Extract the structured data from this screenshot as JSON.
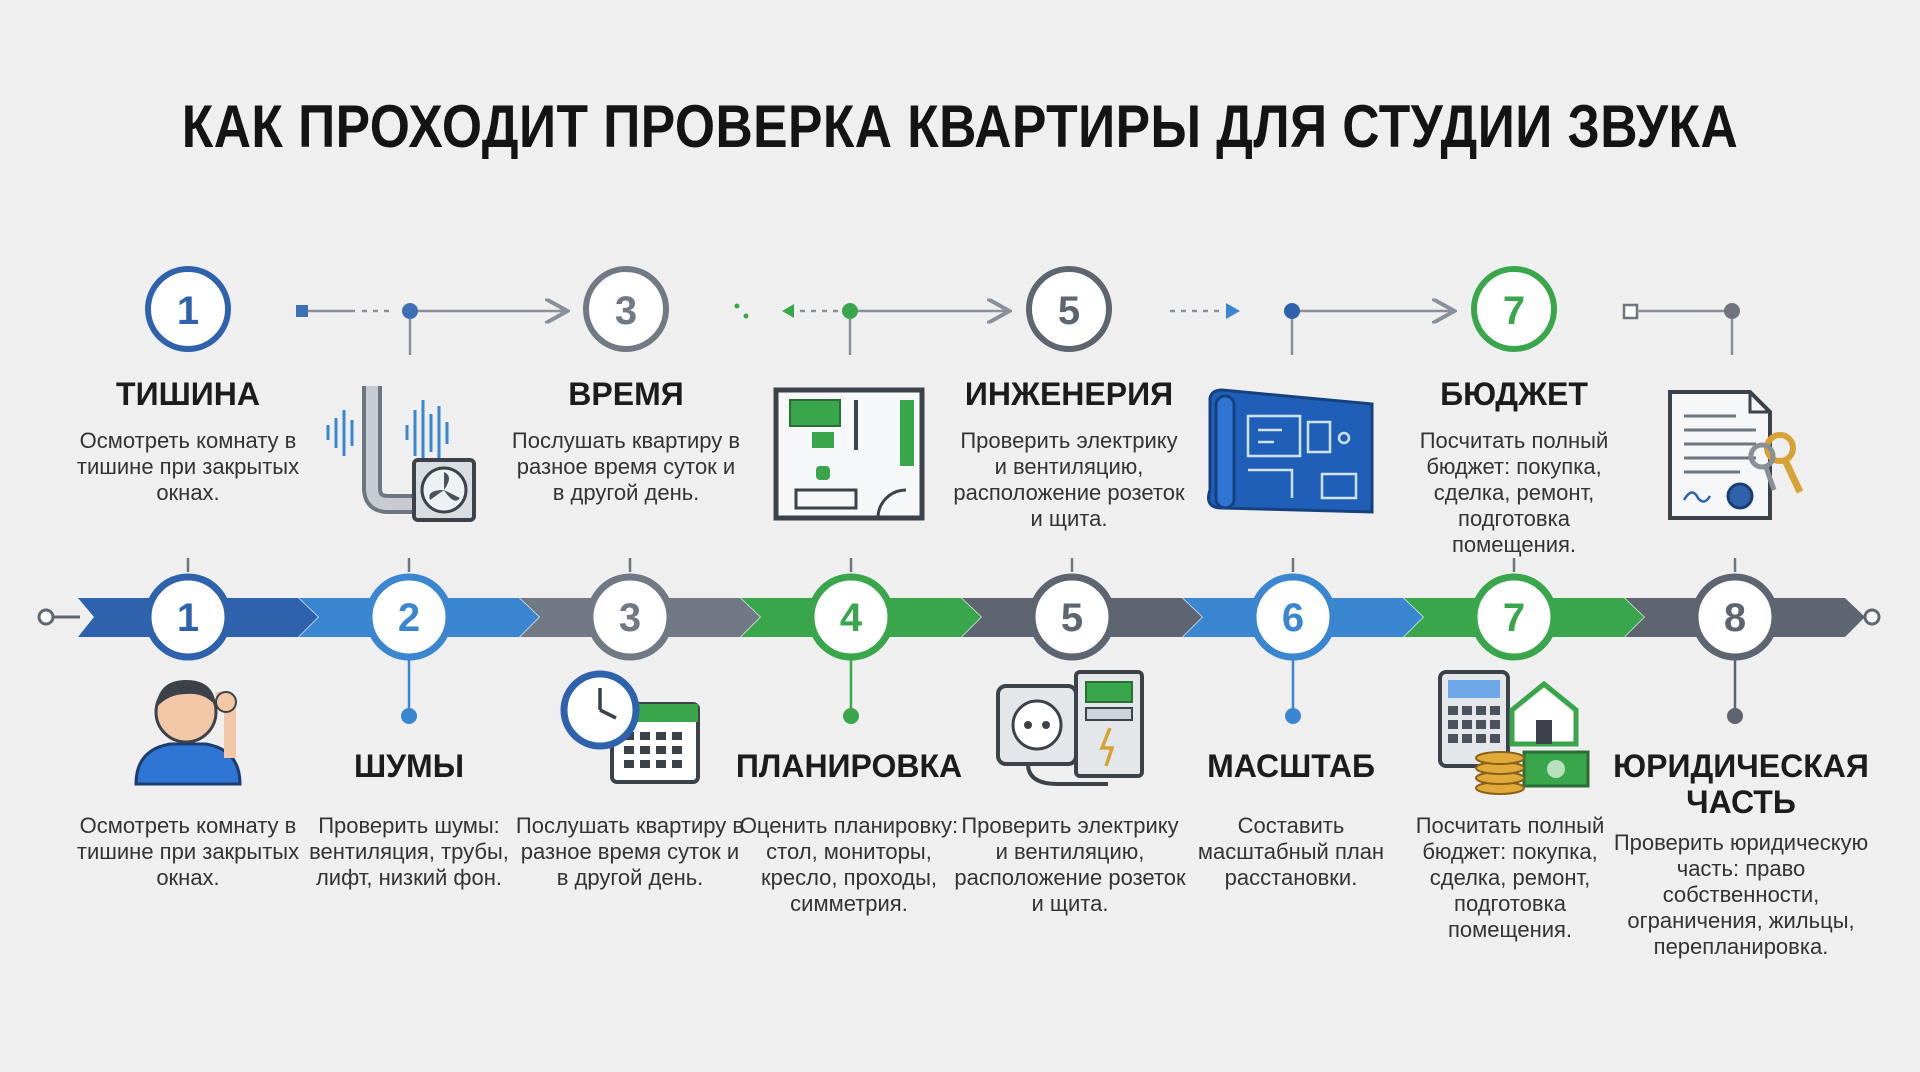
{
  "title": "КАК ПРОХОДИТ ПРОВЕРКА КВАРТИРЫ ДЛЯ СТУДИИ ЗВУКА",
  "colors": {
    "blue": "#2f62ad",
    "lightblue": "#3a86d1",
    "gray": "#717a84",
    "green": "#3aa64b"
  },
  "top_steps": [
    {
      "num": "1",
      "label": "ТИШИНА",
      "desc": "Осмотреть комнату в тишине при закрытых окнах.",
      "color": "#2f62ad"
    },
    {
      "num": "3",
      "label": "ВРЕМЯ",
      "desc": "Послушать квартиру в разное время суток и в другой день.",
      "color": "#717a84"
    },
    {
      "num": "5",
      "label": "ИНЖЕНЕРИЯ",
      "desc": "Проверить электрику и вентиляцию, расположение розеток и щита.",
      "color": "#5c6570"
    },
    {
      "num": "7",
      "label": "БЮДЖЕТ",
      "desc": "Посчитать полный бюджет: покупка, сделка, ремонт, подготовка помещения.",
      "color": "#3aa64b"
    }
  ],
  "top_icons": [
    "fan-pipe-icon",
    "floor-plan-icon",
    "blueprint-icon",
    "document-keys-icon"
  ],
  "timeline": [
    {
      "num": "1",
      "color": "#2f62ad"
    },
    {
      "num": "2",
      "color": "#3a86d1"
    },
    {
      "num": "3",
      "color": "#717a84"
    },
    {
      "num": "4",
      "color": "#3aa64b"
    },
    {
      "num": "5",
      "color": "#5c6570"
    },
    {
      "num": "6",
      "color": "#3a86d1"
    },
    {
      "num": "7",
      "color": "#3aa64b"
    },
    {
      "num": "8",
      "color": "#5c6570"
    }
  ],
  "bottom_steps": [
    {
      "label": "",
      "desc": "Осмотреть комнату в тишине при закрытых окнах.",
      "icon": "person-listening-icon"
    },
    {
      "label": "ШУМЫ",
      "desc": "Проверить шумы: вентиляция, трубы, лифт, низкий фон."
    },
    {
      "label": "",
      "desc": "Послушать квартиру в разное время суток и в другой день.",
      "icon": "clock-calendar-icon"
    },
    {
      "label": "ПЛАНИРОВКА",
      "desc": "Оценить планировку: стол, мониторы, кресло, проходы, симметрия."
    },
    {
      "label": "",
      "desc": "Проверить электрику и вентиляцию, расположение розеток  и щита.",
      "icon": "socket-panel-icon"
    },
    {
      "label": "МАСШТАБ",
      "desc": "Составить масштабный план расстановки."
    },
    {
      "label": "",
      "desc": "Посчитать полный бюджет: покупка, сделка, ремонт, подготовка помещения.",
      "icon": "calculator-house-money-icon"
    },
    {
      "label": "ЮРИДИЧЕСКАЯ ЧАСТЬ",
      "desc": "Проверить юридическую часть: право собственности, ограничения, жильцы, перепланировка."
    }
  ]
}
